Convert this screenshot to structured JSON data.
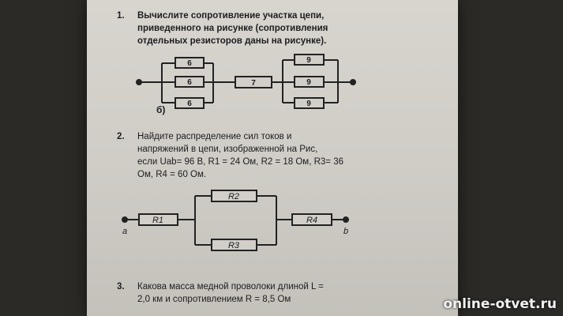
{
  "problems": [
    {
      "number": "1.",
      "text": "Вычислите сопротивление участка цепи,\nприведенного на рисунке (сопротивления\nотдельных резисторов даны на рисунке).",
      "figure_label": "б)",
      "resistors": [
        "6",
        "6",
        "6",
        "7",
        "9",
        "9",
        "9"
      ]
    },
    {
      "number": "2.",
      "text": "Найдите распределение сил токов и\nнапряжений в цепи, изображенной на Рис,\nесли Uab= 96 В, R1 = 24 Ом, R2 = 18 Ом, R3= 36\nОм, R4 = 60 Ом.",
      "resistors": [
        "R1",
        "R2",
        "R3",
        "R4"
      ],
      "terminals": [
        "a",
        "b"
      ]
    },
    {
      "number": "3.",
      "text": "Какова масса медной проволоки длиной L =\n2,0 км и сопротивлением R = 8,5 Ом"
    }
  ],
  "watermark": "online-otvet.ru"
}
